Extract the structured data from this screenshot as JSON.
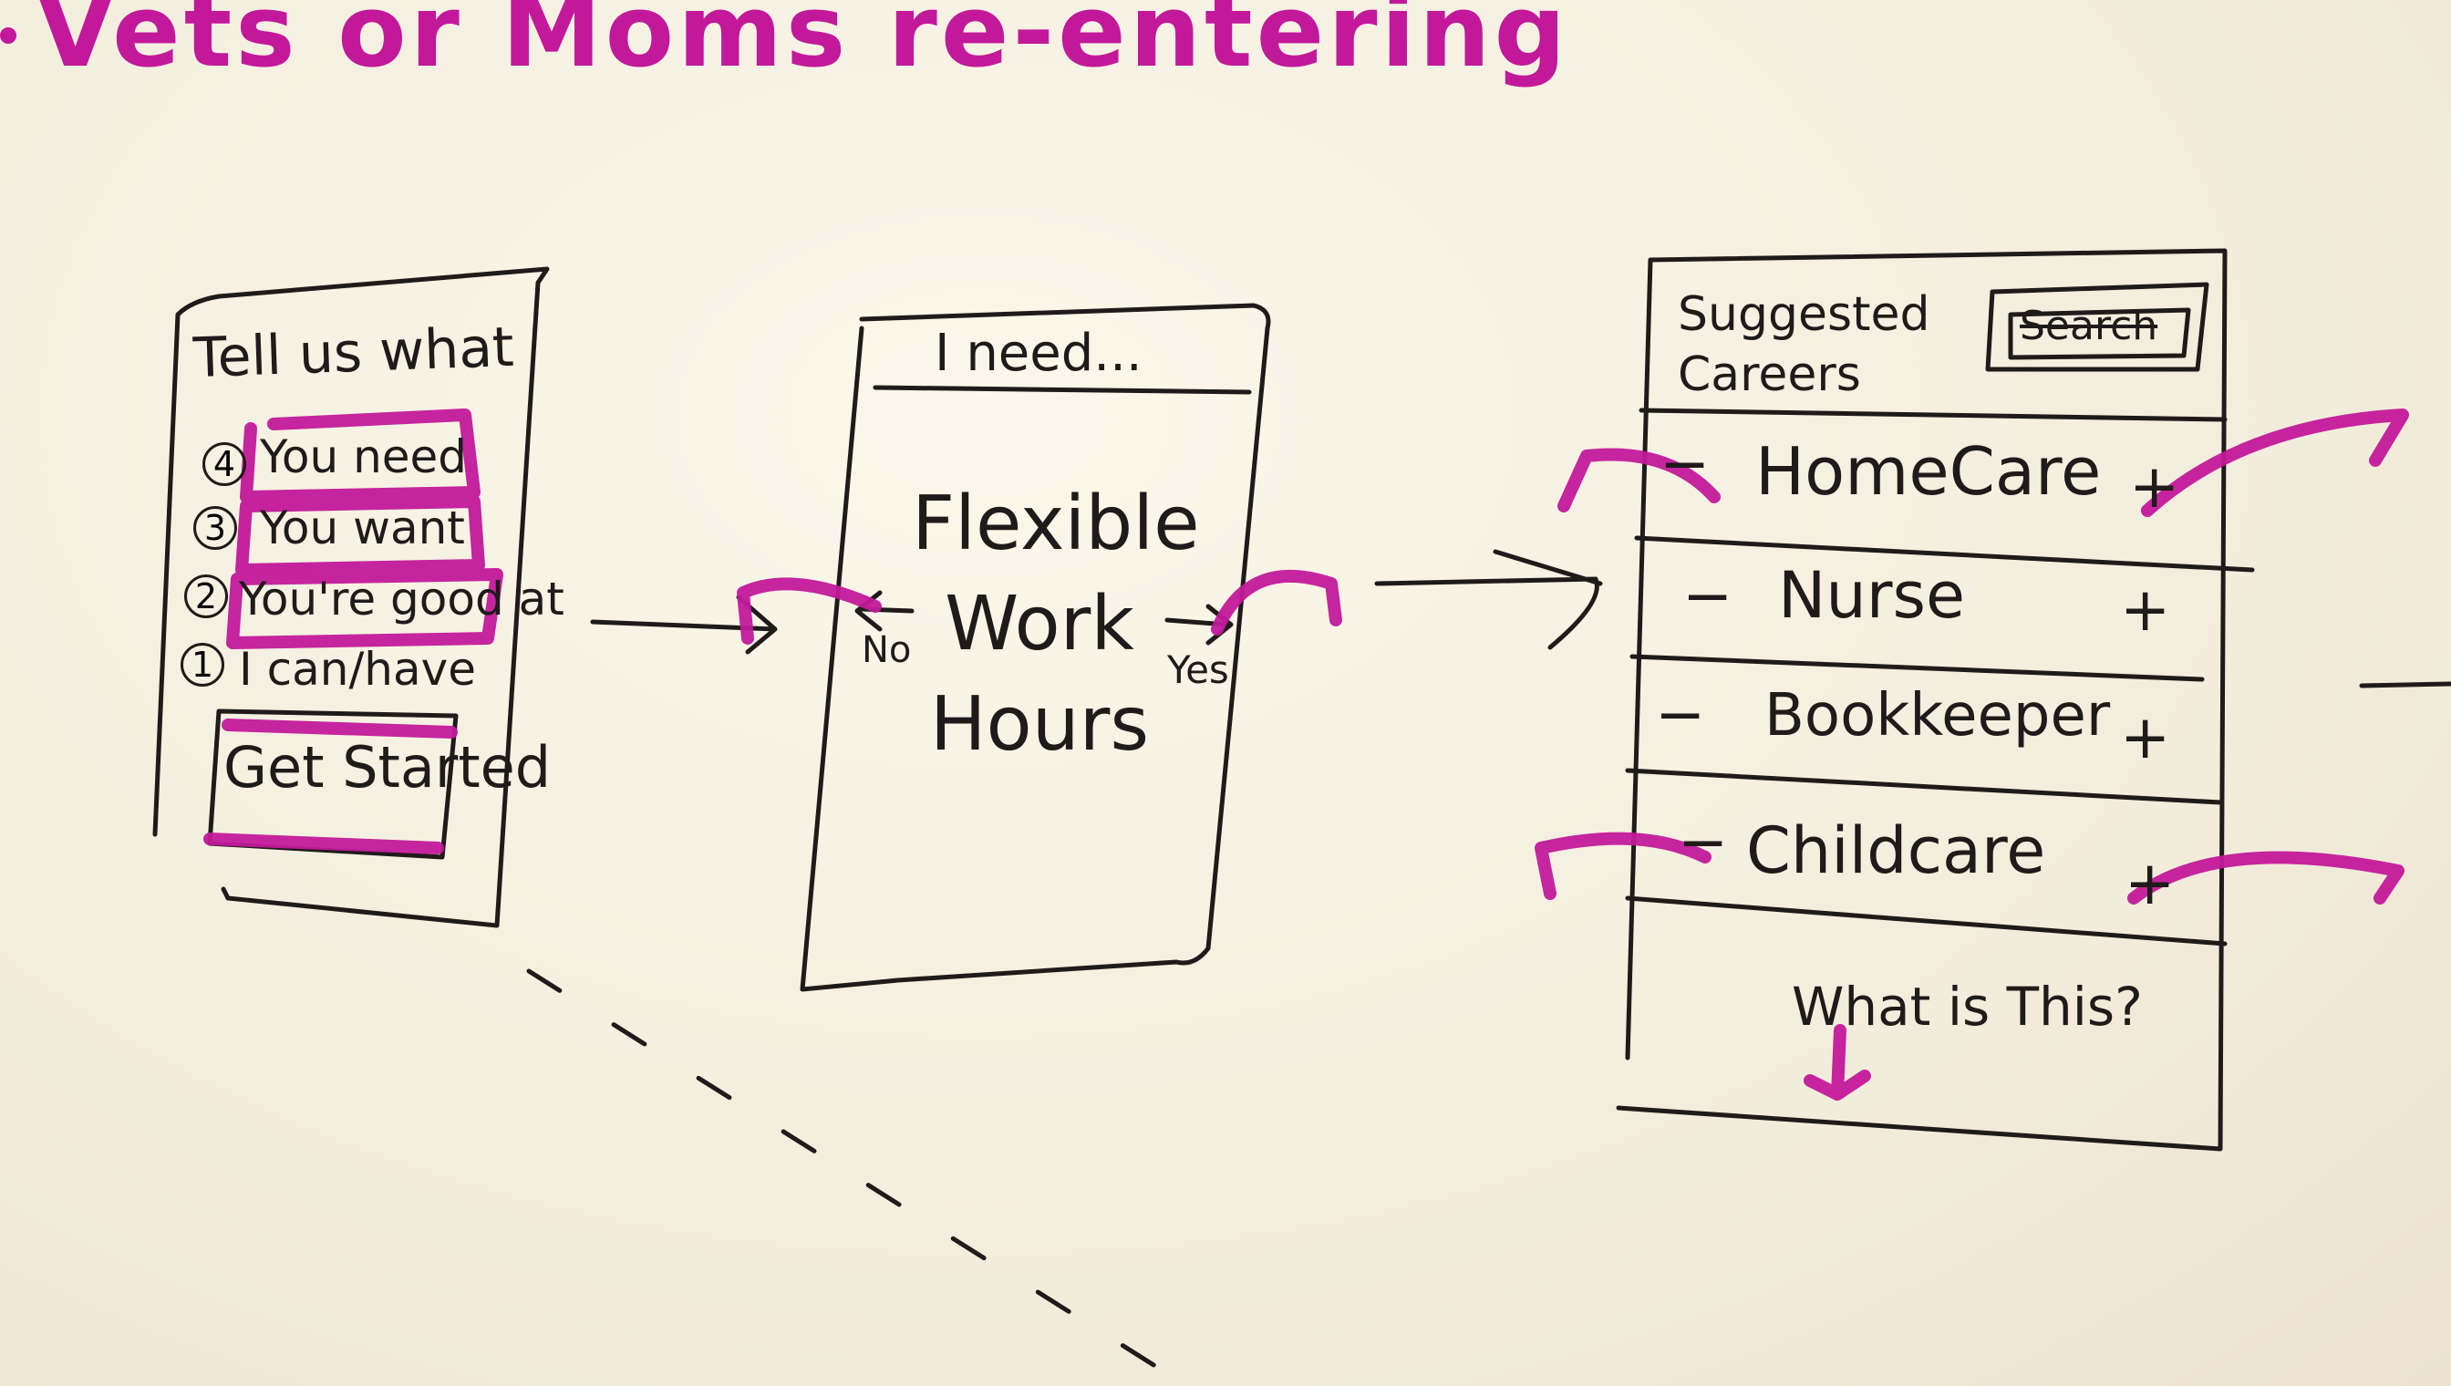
{
  "header": {
    "title": "Vets or Moms re-entering"
  },
  "screen1": {
    "heading": "Tell us what",
    "items": [
      {
        "number": "4",
        "label": "You need"
      },
      {
        "number": "3",
        "label": "You want"
      },
      {
        "number": "2",
        "label": "You're good at"
      },
      {
        "number": "1",
        "label": "I can/have"
      }
    ],
    "button_label": "Get Started"
  },
  "screen2": {
    "heading": "I need...",
    "body_lines": [
      "Flexible",
      "Work",
      "Hours"
    ],
    "no_label": "No",
    "yes_label": "Yes"
  },
  "screen3": {
    "title": "Suggested Careers",
    "search_button_label": "Search",
    "rows": [
      {
        "label": "HomeCare",
        "minus": "−",
        "plus": "+"
      },
      {
        "label": "Nurse",
        "minus": "−",
        "plus": "+"
      },
      {
        "label": "Bookkeeper",
        "minus": "−",
        "plus": "+"
      },
      {
        "label": "Childcare",
        "minus": "−",
        "plus": "+"
      }
    ],
    "footer_link": "What is This?"
  },
  "colors": {
    "ink": "#1e1b1a",
    "highlight": "#c2199a",
    "paper": "#f7f2e4"
  }
}
